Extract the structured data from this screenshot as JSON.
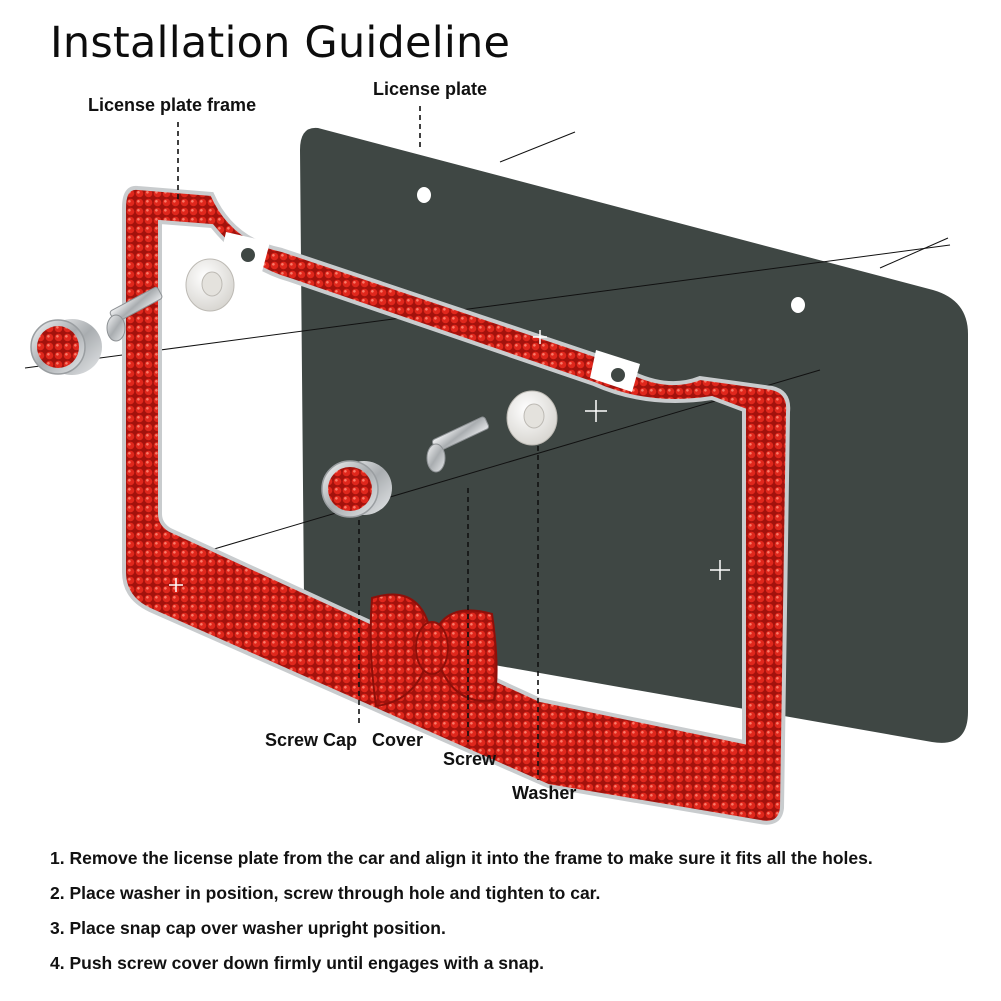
{
  "title": "Installation Guideline",
  "labels": {
    "frame": "License plate frame",
    "plate": "License plate",
    "screw_cap": "Screw Cap",
    "cover": "Cover",
    "screw": "Screw",
    "washer": "Washer"
  },
  "steps": [
    "1. Remove the license plate from the car and align it into the frame to make sure it fits all the holes.",
    "2. Place washer in position, screw through hole and tighten to car.",
    "3. Place snap cap over washer upright position.",
    "4. Push screw cover down firmly until engages with a snap."
  ],
  "colors": {
    "plate": "#3f4744",
    "rhinestone": "#e0271c",
    "rhinestone_dark": "#a3120c",
    "chrome": "#cfd2d4",
    "washer": "#f2f1ee",
    "text": "#111111"
  }
}
